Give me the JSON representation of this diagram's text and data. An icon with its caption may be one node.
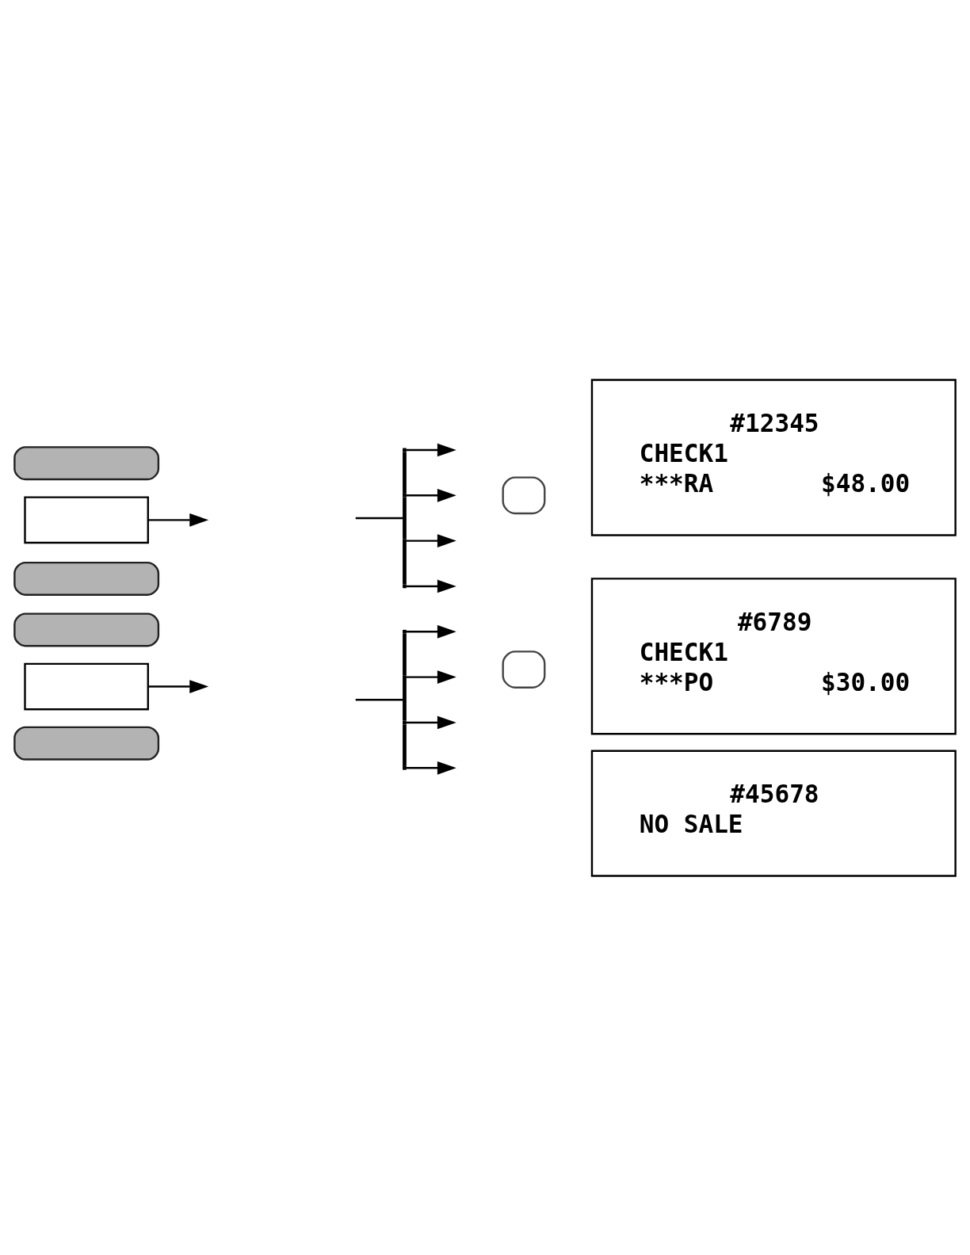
{
  "diagram": {
    "nodes": [
      {
        "text": [],
        "shape": "pill"
      },
      {
        "text": [],
        "shape": "box"
      },
      {
        "text": [],
        "shape": "bar"
      },
      {
        "text": [],
        "shape": "box"
      },
      {
        "text": [],
        "shape": "pill"
      },
      {
        "text": [
          "#12345",
          "CHECK1",
          "***RA",
          "$48.00"
        ]
      },
      {
        "text": [],
        "shape": "pill"
      },
      {
        "text": [],
        "shape": "box"
      },
      {
        "text": [],
        "shape": "bar"
      },
      {
        "text": [],
        "shape": "box"
      },
      {
        "text": [],
        "shape": "pill"
      },
      {
        "text": [
          "#6789",
          "CHECK1",
          "***PO",
          "$30.00"
        ]
      },
      {
        "text": [
          "#45678",
          "NO SALE"
        ]
      }
    ],
    "edges": [
      {
        "from": 1,
        "to": null,
        "arrow": "to"
      },
      {
        "from": null,
        "to": 2,
        "arrow": "none"
      },
      {
        "from": 2,
        "to": null,
        "arrow": "to"
      },
      {
        "from": 2,
        "to": null,
        "arrow": "to"
      },
      {
        "from": 2,
        "to": null,
        "arrow": "to"
      },
      {
        "from": 2,
        "to": null,
        "arrow": "to"
      },
      {
        "from": 7,
        "to": null,
        "arrow": "to"
      },
      {
        "from": null,
        "to": 8,
        "arrow": "none"
      },
      {
        "from": 8,
        "to": null,
        "arrow": "to"
      },
      {
        "from": 8,
        "to": null,
        "arrow": "to"
      },
      {
        "from": 8,
        "to": null,
        "arrow": "to"
      },
      {
        "from": 8,
        "to": null,
        "arrow": "to"
      }
    ]
  }
}
